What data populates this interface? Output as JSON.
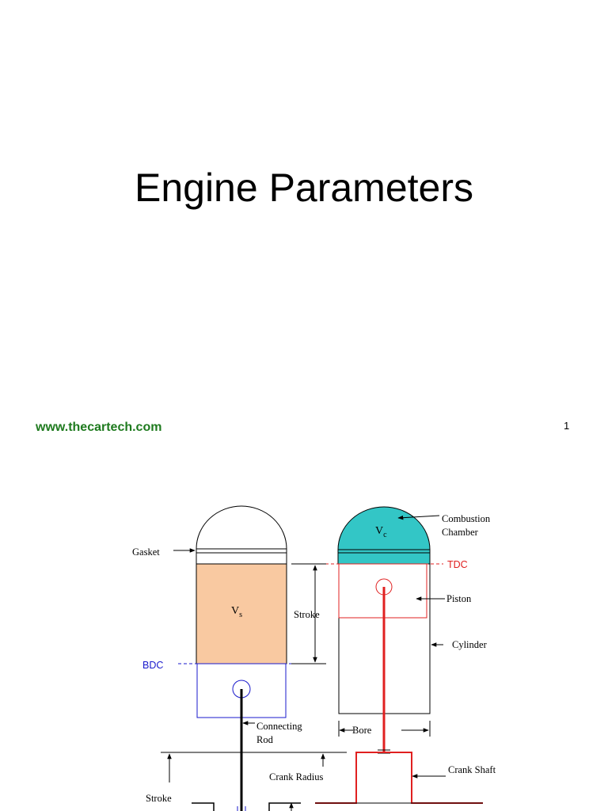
{
  "slide": {
    "title": "Engine Parameters",
    "website": "www.thecartech.com",
    "page_number": "1"
  },
  "diagram": {
    "labels": {
      "gasket": "Gasket",
      "vs_main": "V",
      "vs_sub": "s",
      "vc_main": "V",
      "vc_sub": "c",
      "stroke_middle": "Stroke",
      "bdc": "BDC",
      "tdc": "TDC",
      "combustion_line1": "Combustion",
      "combustion_line2": "Chamber",
      "piston": "Piston",
      "cylinder": "Cylinder",
      "connecting_line1": "Connecting",
      "connecting_line2": "Rod",
      "bore": "Bore",
      "crank_radius": "Crank Radius",
      "crank_shaft": "Crank Shaft",
      "stroke_bottom": "Stroke"
    },
    "colors": {
      "swept_volume": "#f9c9a1",
      "combustion_chamber": "#33c6c6",
      "piston_red": "#e02020",
      "bdc_blue": "#1a1acc",
      "website_green": "#1e7a1e"
    }
  }
}
